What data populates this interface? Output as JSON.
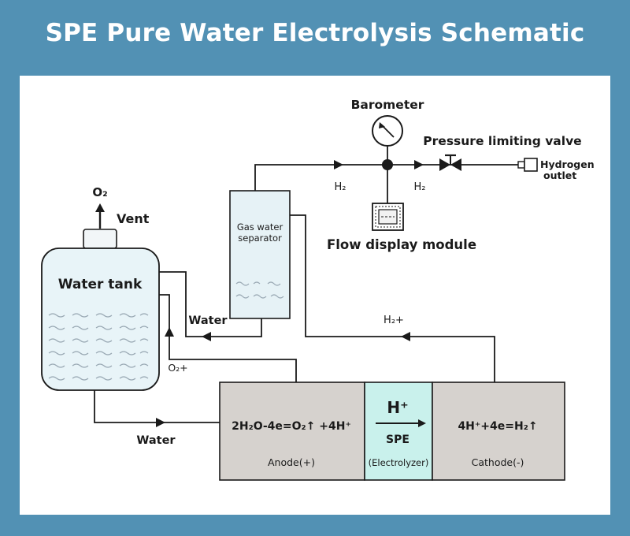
{
  "title": "SPE Pure Water Electrolysis Schematic",
  "labels": {
    "o2_top": "O₂",
    "vent": "Vent",
    "water_tank": "Water tank",
    "gas_water_separator_line1": "Gas water",
    "gas_water_separator_line2": "separator",
    "barometer": "Barometer",
    "pressure_limiting_valve": "Pressure limiting valve",
    "hydrogen_outlet_line1": "Hydrogen",
    "hydrogen_outlet_line2": "outlet",
    "flow_display_module": "Flow display module",
    "h2_left": "H₂",
    "h2_right": "H₂",
    "h2_plus": "H₂+",
    "water_return": "Water",
    "water_feed": "Water",
    "o2_plus": "O₂+",
    "anode_equation": "2H₂O-4e=O₂↑ +4H⁺",
    "anode": "Anode(+)",
    "h_plus": "H⁺",
    "spe": "SPE",
    "electrolyzer": "(Electrolyzer)",
    "cathode_equation": "4H⁺+4e=H₂↑",
    "cathode": "Cathode(-)"
  },
  "colors": {
    "background": "#5291b4",
    "panel": "#ffffff",
    "tank_fill": "#e8f4f8",
    "separator_fill": "#e6f2f6",
    "cell_fill": "#d6d2ce",
    "spe_fill": "#c9f1ec",
    "line": "#1a1a1a"
  }
}
